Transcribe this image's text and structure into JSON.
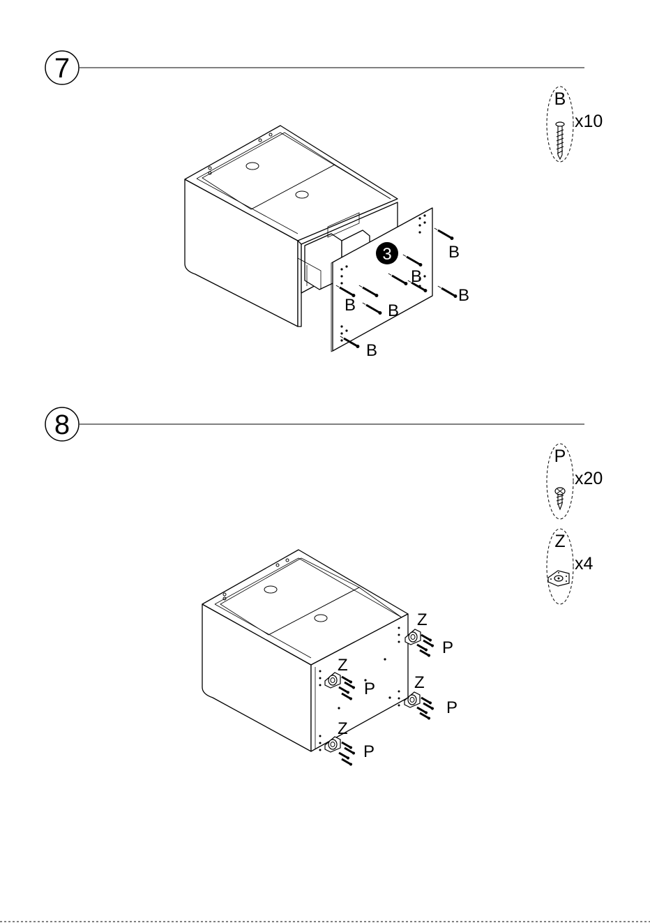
{
  "steps": [
    {
      "number": "7",
      "hardware": [
        {
          "letter": "B",
          "count": "x10",
          "icon": "screw-icon"
        }
      ],
      "callouts": [
        "B",
        "B",
        "B",
        "B",
        "B",
        "B"
      ],
      "panel_marker": "3"
    },
    {
      "number": "8",
      "hardware": [
        {
          "letter": "P",
          "count": "x20",
          "icon": "wood-screw-icon"
        },
        {
          "letter": "Z",
          "count": "x4",
          "icon": "caster-plate-icon"
        }
      ],
      "callouts_z": [
        "Z",
        "Z",
        "Z",
        "Z"
      ],
      "callouts_p": [
        "P",
        "P",
        "P",
        "P"
      ]
    }
  ]
}
